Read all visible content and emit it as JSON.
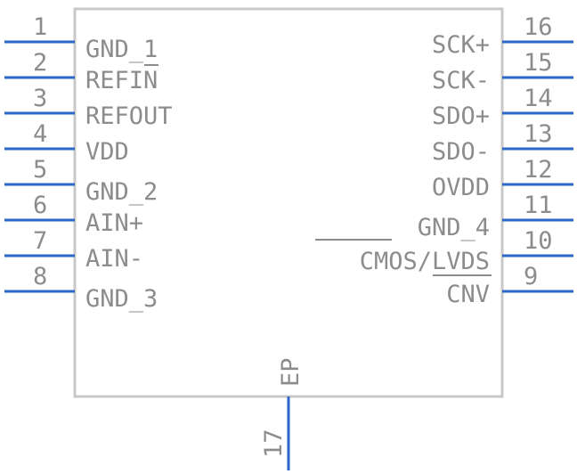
{
  "component": {
    "pins_left": [
      {
        "number": "1",
        "label": "GND_1"
      },
      {
        "number": "2",
        "label": "REFIN"
      },
      {
        "number": "3",
        "label": "REFOUT"
      },
      {
        "number": "4",
        "label": "VDD"
      },
      {
        "number": "5",
        "label": "GND_2"
      },
      {
        "number": "6",
        "label": "AIN+"
      },
      {
        "number": "7",
        "label": "AIN-"
      },
      {
        "number": "8",
        "label": "GND_3"
      }
    ],
    "pins_right": [
      {
        "number": "16",
        "label": "SCK+"
      },
      {
        "number": "15",
        "label": "SCK-"
      },
      {
        "number": "14",
        "label": "SDO+"
      },
      {
        "number": "13",
        "label": "SDO-"
      },
      {
        "number": "12",
        "label": "OVDD"
      },
      {
        "number": "11",
        "label": "GND_4"
      },
      {
        "number": "10",
        "label": "CMOS/LVDS"
      },
      {
        "number": "9",
        "label": "CNV"
      }
    ],
    "pin_bottom": {
      "number": "17",
      "label": "EP"
    }
  },
  "colors": {
    "pin_line": "#2b66c9",
    "body_outline": "#c8c8c8",
    "text": "#8c8c8c"
  }
}
